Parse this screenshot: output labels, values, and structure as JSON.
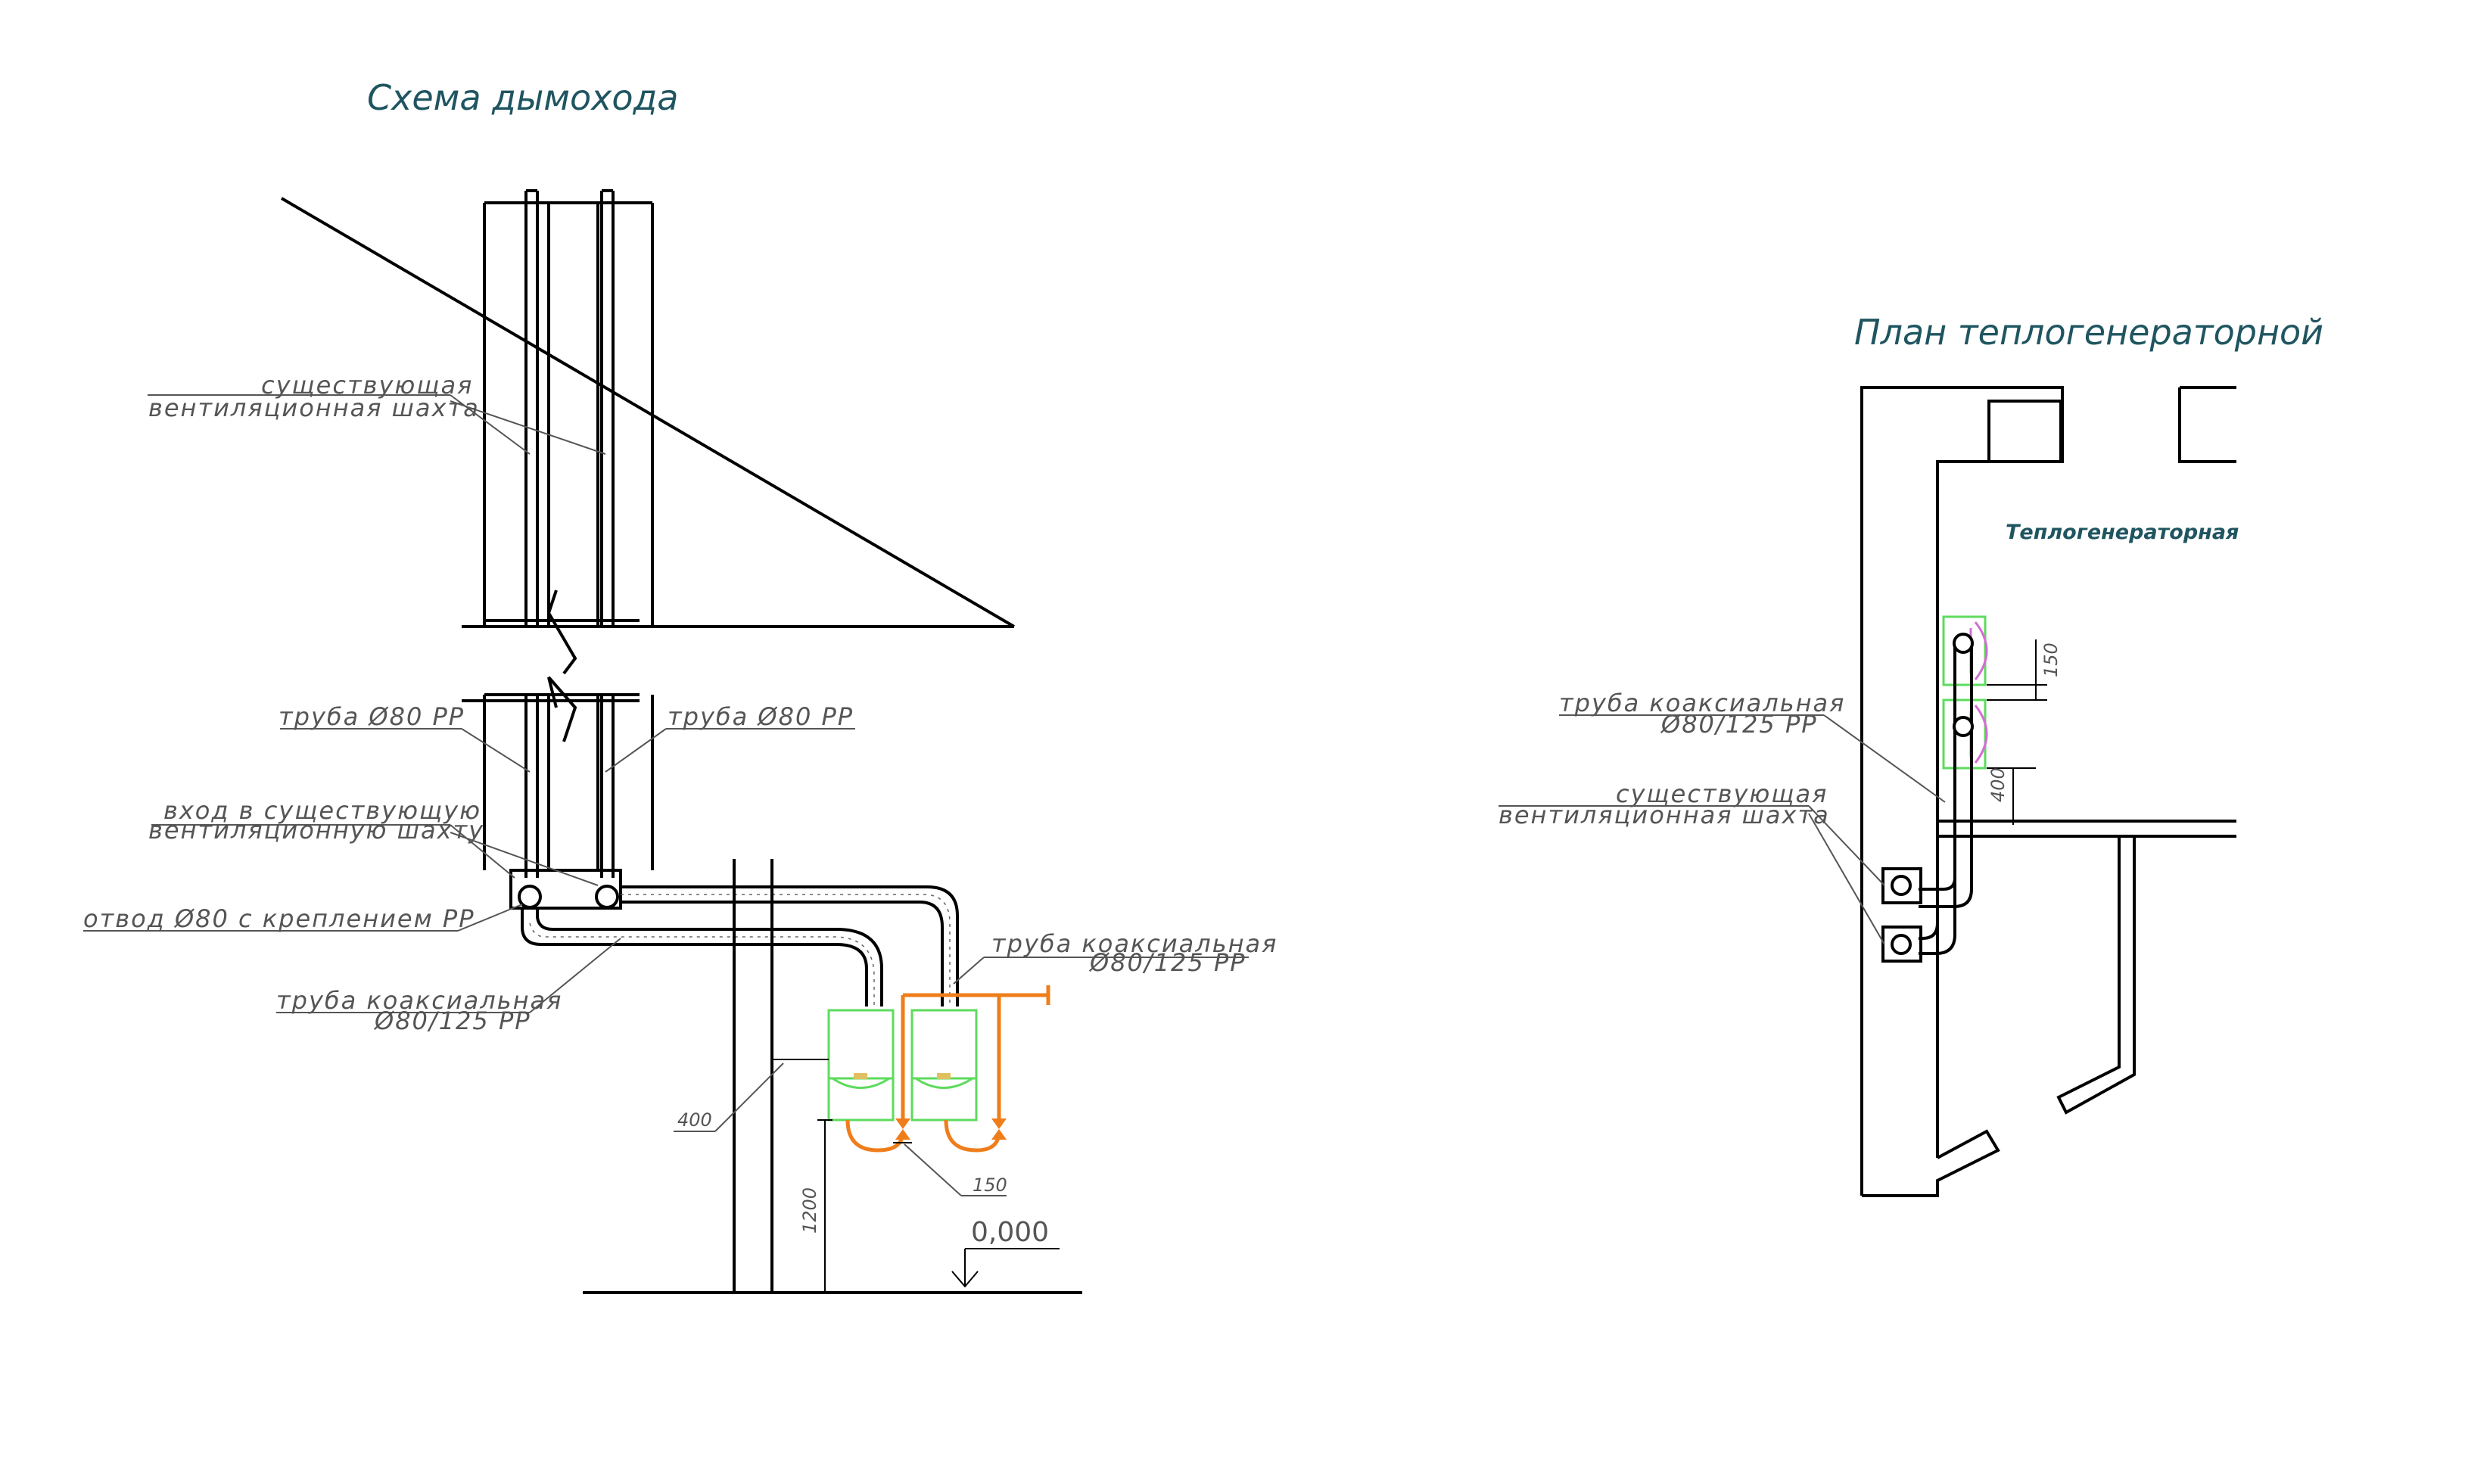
{
  "scheme": {
    "title": "Схема дымохода",
    "labels": {
      "existing_shaft_1": "существующая",
      "existing_shaft_2": "вентиляционная шахта",
      "pipe_left": "труба Ø80 PP",
      "pipe_right": "труба Ø80 PP",
      "entry_1": "вход в существующую",
      "entry_2": "вентиляционную шахту",
      "bend": "отвод Ø80 с креплением PP",
      "coax_left_1": "труба коаксиальная",
      "coax_left_2": "Ø80/125 PP",
      "coax_right_1": "труба коаксиальная",
      "coax_right_2": "Ø80/125 PP"
    },
    "dims": {
      "offset": "400",
      "gap": "150",
      "height": "1200"
    },
    "level": "0,000"
  },
  "plan": {
    "title": "План теплогенераторной",
    "room_label": "Теплогенераторная",
    "labels": {
      "coax_1": "труба коаксиальная",
      "coax_2": "Ø80/125 PP",
      "existing_shaft_1": "существующая",
      "existing_shaft_2": "вентиляционная шахта"
    },
    "dims": {
      "gap": "150",
      "offset": "400"
    }
  },
  "colors": {
    "title": "#1f5560",
    "gas_pipe": "#ef7d1a",
    "boiler": "#5edb5e",
    "burner": "#d66bd6"
  }
}
